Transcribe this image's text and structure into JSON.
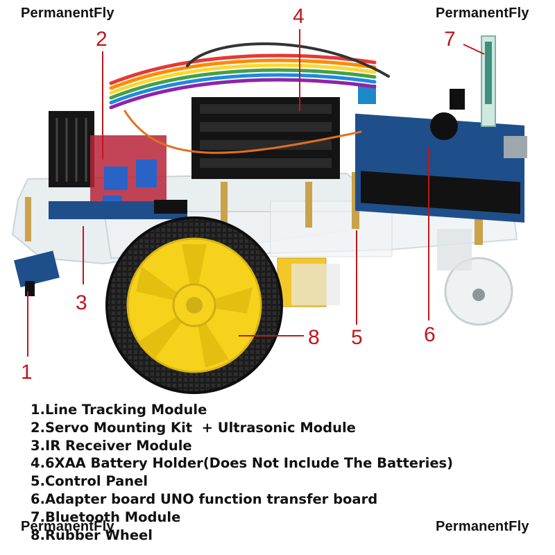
{
  "watermark": "PermanentFly",
  "callout_numbers": [
    "1",
    "2",
    "3",
    "4",
    "5",
    "6",
    "7",
    "8"
  ],
  "legend": [
    "1.Line Tracking Module",
    "2.Servo Mounting Kit  + Ultrasonic Module",
    "3.IR Receiver Module",
    "4.6XAA Battery Holder(Does Not Include The Batteries)",
    "5.Control Panel",
    "6.Adapter board UNO function transfer board",
    "7.Bluetooth Module",
    "8.Rubber Wheel"
  ],
  "colors": {
    "callout": "#c0161b",
    "wheel_hub": "#f7d21c",
    "tire": "#1c1c1c",
    "pcb": "#1f4f8a",
    "acrylic": "#e6ecef"
  }
}
